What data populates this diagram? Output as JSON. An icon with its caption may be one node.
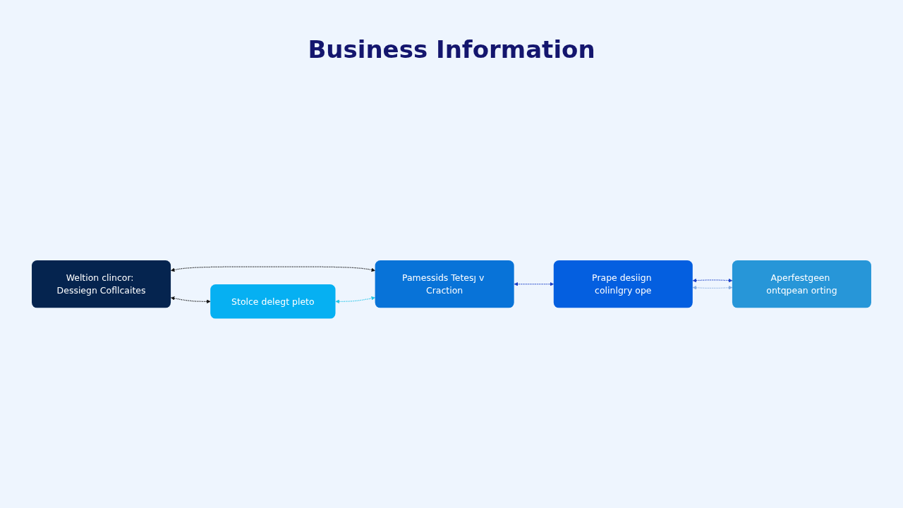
{
  "diagram": {
    "title": "Business Information",
    "nodes": [
      {
        "text": [
          "Weltion clincor: Dessiegn Cofllcaites"
        ]
      },
      {
        "text": [
          "Stolce delegt pleto"
        ]
      },
      {
        "text": [
          "Pamessids Tetesȷ v Craction"
        ]
      },
      {
        "text": [
          "Prape desiign colinlgry ope"
        ]
      },
      {
        "text": [
          "Aperfestgeen ontqpean orting"
        ]
      }
    ],
    "edges": [
      {
        "from": 0,
        "to": 2,
        "arrow": "both",
        "style": "dashed"
      },
      {
        "from": 0,
        "to": 1,
        "arrow": "both",
        "style": "dashed"
      },
      {
        "from": 1,
        "to": 2,
        "arrow": "both",
        "style": "dashed",
        "color": "#22c4e8"
      },
      {
        "from": 2,
        "to": 3,
        "arrow": "both",
        "style": "dashed",
        "color": "#1a3fc8"
      },
      {
        "from": 3,
        "to": 4,
        "arrow": "both",
        "style": "dashed",
        "color": "#1a3fc8"
      },
      {
        "from": 3,
        "to": 4,
        "arrow": "both",
        "style": "dashed",
        "color": "#8aaee0"
      }
    ]
  }
}
